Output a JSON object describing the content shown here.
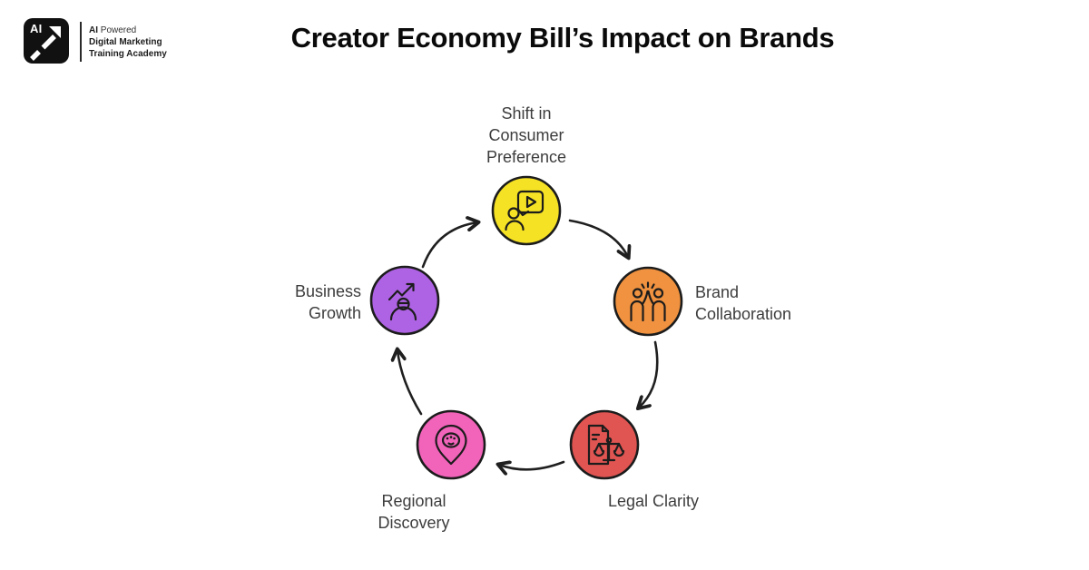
{
  "header": {
    "logo": {
      "mark_text": "AI",
      "tagline_bold": "AI",
      "tagline_rest": " Powered",
      "line2": "Digital Marketing",
      "line3": "Training Academy"
    },
    "title": "Creator Economy Bill’s Impact on Brands"
  },
  "diagram": {
    "type": "cycle",
    "flow": "clockwise",
    "outline_color": "#1c1c1c",
    "arrow_color": "#1f1f1f",
    "label_color": "#3d3d3d",
    "nodes": [
      {
        "id": "shift-consumer-preference",
        "position": "top",
        "lines": [
          "Shift in",
          "Consumer",
          "Preference"
        ],
        "color": "#F6E224",
        "icon": "video-message-icon"
      },
      {
        "id": "brand-collaboration",
        "position": "right",
        "lines": [
          "Brand",
          "Collaboration"
        ],
        "color": "#F0923F",
        "icon": "high-five-icon"
      },
      {
        "id": "legal-clarity",
        "position": "bottom-right",
        "lines": [
          "Legal Clarity"
        ],
        "color": "#E05552",
        "icon": "document-scales-icon"
      },
      {
        "id": "regional-discovery",
        "position": "bottom-left",
        "lines": [
          "Regional",
          "Discovery"
        ],
        "color": "#F263BA",
        "icon": "map-pin-chat-icon"
      },
      {
        "id": "business-growth",
        "position": "left",
        "lines": [
          "Business",
          "Growth"
        ],
        "color": "#AE63E4",
        "icon": "person-growth-icon"
      }
    ]
  }
}
